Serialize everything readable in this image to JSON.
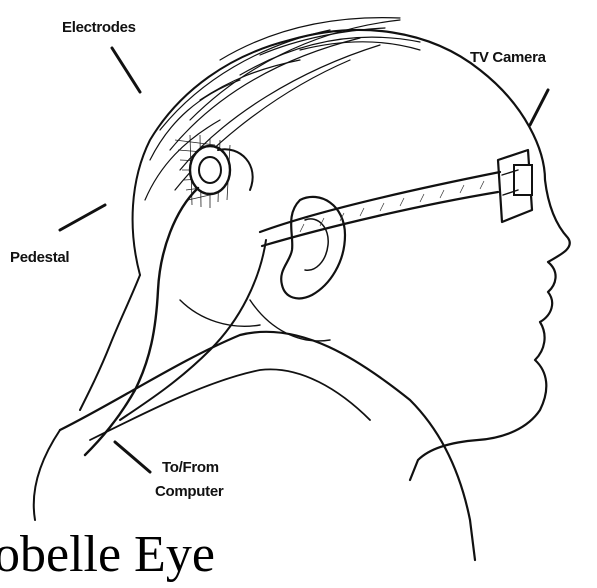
{
  "labels": {
    "electrodes": "Electrodes",
    "tv_camera": "TV Camera",
    "pedestal": "Pedestal",
    "to_from_line1": "To/From",
    "to_from_line2": "Computer"
  },
  "caption": "obelle Eye"
}
